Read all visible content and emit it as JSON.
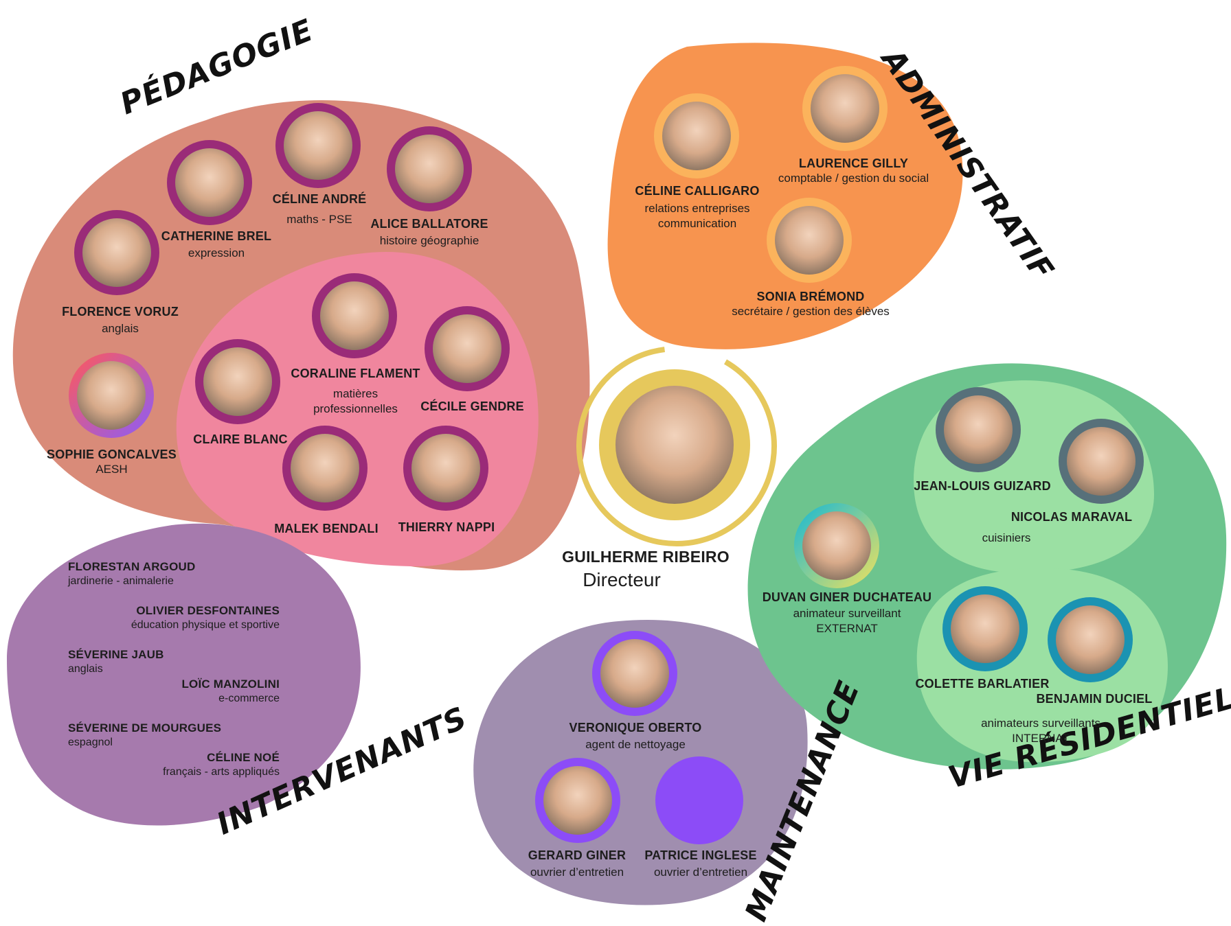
{
  "colors": {
    "pedagogie": "#d98b79",
    "pedagogie_inner": "#f0869e",
    "ring_pedagogie": "#9a2b78",
    "administratif": "#f7944f",
    "ring_administratif": "#fbb35c",
    "vie_residentielle": "#6dc48e",
    "vie_residentielle_inner": "#9be0a3",
    "ring_cuisine": "#57707a",
    "ring_internat": "#1b93b2",
    "intervenants": "#a67aad",
    "maintenance": "#a08eaf",
    "ring_maintenance": "#8c4cf7",
    "director_ring": "#e6c85c"
  },
  "director": {
    "name": "GUILHERME RIBEIRO",
    "role": "Directeur"
  },
  "pedagogie": {
    "title": "PÉDAGOGIE",
    "members": [
      {
        "name": "CATHERINE BREL",
        "role": "expression"
      },
      {
        "name": "CÉLINE ANDRÉ",
        "role": "maths - PSE"
      },
      {
        "name": "ALICE BALLATORE",
        "role": "histoire géographie"
      },
      {
        "name": "FLORENCE VORUZ",
        "role": "anglais"
      },
      {
        "name": "SOPHIE GONCALVES",
        "role": "AESH"
      },
      {
        "name": "CORALINE FLAMENT",
        "role": "matières professionnelles"
      },
      {
        "name": "CÉCILE GENDRE",
        "role": ""
      },
      {
        "name": "CLAIRE BLANC",
        "role": ""
      },
      {
        "name": "MALEK BENDALI",
        "role": ""
      },
      {
        "name": "THIERRY NAPPI",
        "role": ""
      }
    ]
  },
  "administratif": {
    "title": "ADMINISTRATIF",
    "members": [
      {
        "name": "CÉLINE CALLIGARO",
        "role": "relations entreprises communication"
      },
      {
        "name": "LAURENCE GILLY",
        "role": "comptable / gestion du social"
      },
      {
        "name": "SONIA BRÉMOND",
        "role": "secrétaire / gestion des élèves"
      }
    ]
  },
  "vie_residentielle": {
    "title": "VIE RÉSIDENTIELLE",
    "members": [
      {
        "name": "JEAN-LOUIS GUIZARD"
      },
      {
        "name": "NICOLAS MARAVAL"
      },
      {
        "name": "DUVAN GINER DUCHATEAU",
        "role": "animateur surveillant",
        "extra": "EXTERNAT"
      },
      {
        "name": "COLETTE BARLATIER"
      },
      {
        "name": "BENJAMIN DUCIEL"
      }
    ],
    "cuisine_role": "cuisiniers",
    "internat_role": "animateurs surveillants",
    "internat_label": "INTERNAT"
  },
  "intervenants": {
    "title": "INTERVENANTS",
    "members": [
      {
        "name": "FLORESTAN ARGOUD",
        "role": "jardinerie - animalerie"
      },
      {
        "name": "OLIVIER DESFONTAINES",
        "role": "éducation physique et sportive"
      },
      {
        "name": "SÉVERINE JAUB",
        "role": "anglais"
      },
      {
        "name": "LOÏC MANZOLINI",
        "role": "e-commerce"
      },
      {
        "name": "SÉVERINE DE MOURGUES",
        "role": "espagnol"
      },
      {
        "name": "CÉLINE NOÉ",
        "role": "français - arts appliqués"
      }
    ]
  },
  "maintenance": {
    "title": "MAINTENANCE",
    "members": [
      {
        "name": "VERONIQUE OBERTO",
        "role": "agent de nettoyage"
      },
      {
        "name": "GERARD GINER",
        "role": "ouvrier d’entretien"
      },
      {
        "name": "PATRICE INGLESE",
        "role": "ouvrier d’entretien"
      }
    ]
  }
}
